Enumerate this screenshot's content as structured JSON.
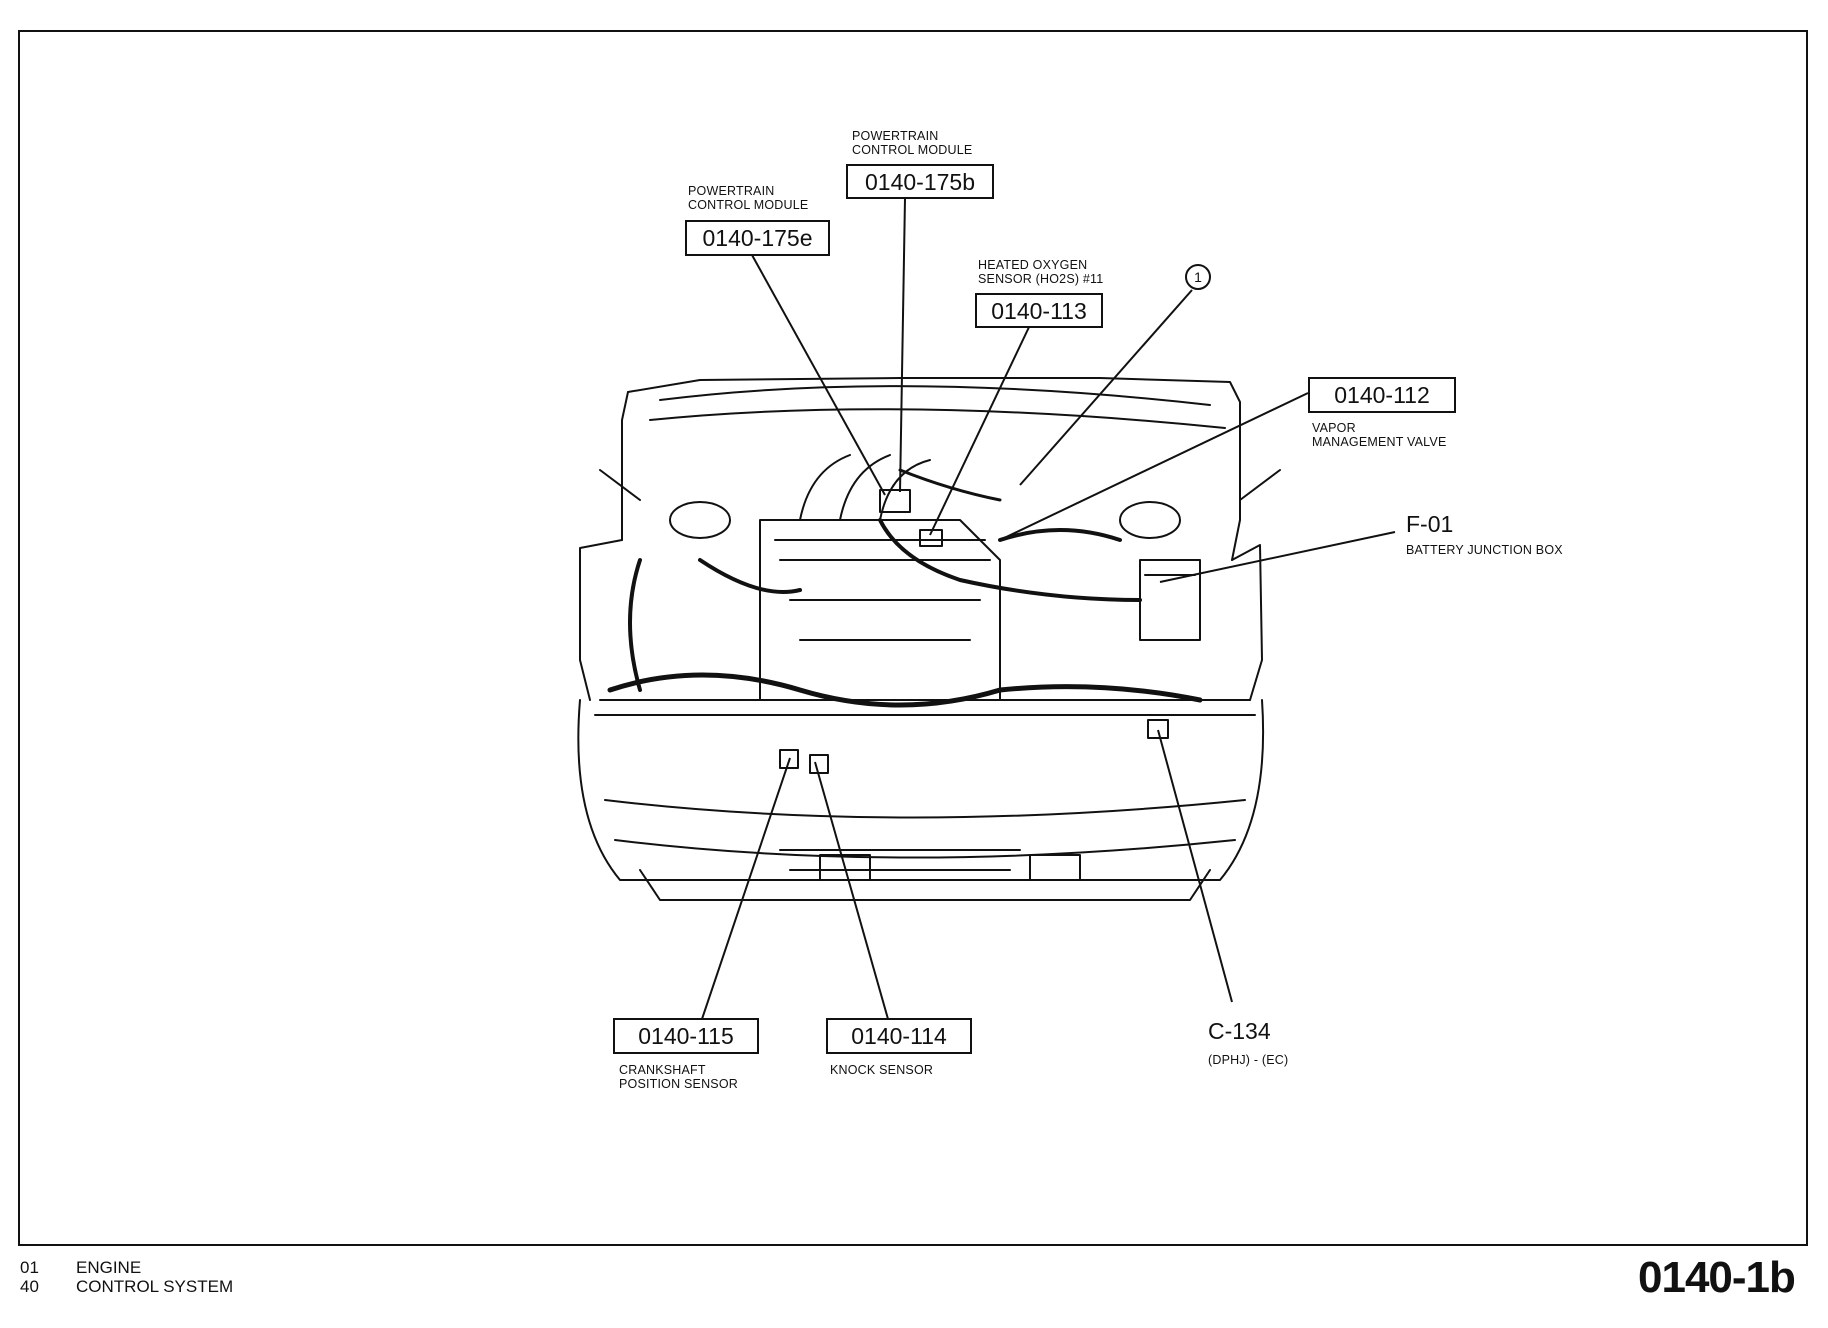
{
  "callouts": {
    "pcm_b": {
      "code": "0140-175b",
      "desc_l1": "POWERTRAIN",
      "desc_l2": "CONTROL MODULE"
    },
    "pcm_e": {
      "code": "0140-175e",
      "desc_l1": "POWERTRAIN",
      "desc_l2": "CONTROL MODULE"
    },
    "ho2s": {
      "code": "0140-113",
      "desc_l1": "HEATED OXYGEN",
      "desc_l2": "SENSOR (HO2S) #11"
    },
    "vmv": {
      "code": "0140-112",
      "desc_l1": "VAPOR",
      "desc_l2": "MANAGEMENT VALVE"
    },
    "bjb": {
      "code": "F-01",
      "desc_l1": "BATTERY JUNCTION BOX"
    },
    "ckp": {
      "code": "0140-115",
      "desc_l1": "CRANKSHAFT",
      "desc_l2": "POSITION SENSOR"
    },
    "ks": {
      "code": "0140-114",
      "desc_l1": "KNOCK SENSOR"
    },
    "conn": {
      "code": "C-134",
      "desc_l1": "(DPHJ) - (EC)"
    },
    "note_marker": "1"
  },
  "footer": {
    "line1_num": "01",
    "line1_text": "ENGINE",
    "line2_num": "40",
    "line2_text": "CONTROL SYSTEM",
    "page_code": "0140-1b"
  },
  "colors": {
    "ink": "#111111",
    "paper": "#ffffff"
  }
}
